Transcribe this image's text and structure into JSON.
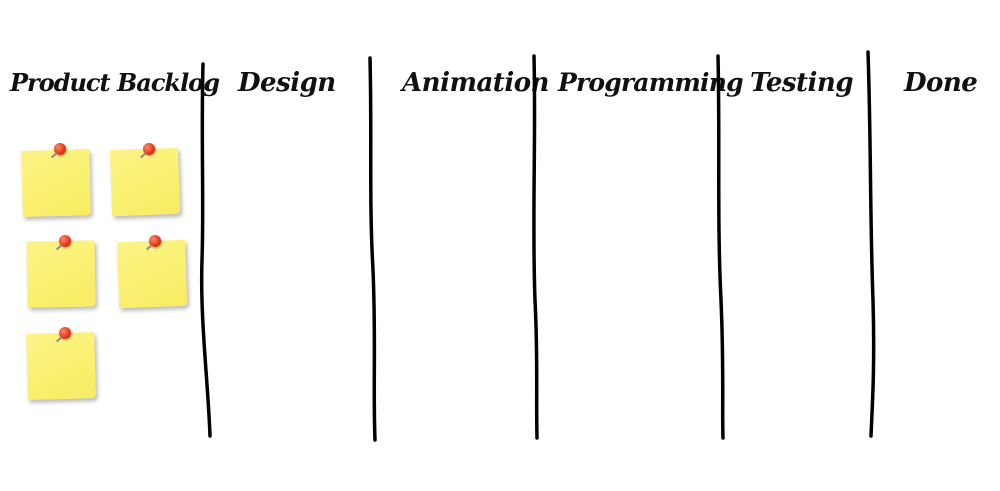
{
  "board": {
    "columns": [
      {
        "id": "backlog",
        "title": "Product Backlog",
        "note_count": 5
      },
      {
        "id": "design",
        "title": "Design",
        "note_count": 0
      },
      {
        "id": "animation",
        "title": "Animation",
        "note_count": 0
      },
      {
        "id": "programming",
        "title": "Programming",
        "note_count": 0
      },
      {
        "id": "testing",
        "title": "Testing",
        "note_count": 0
      },
      {
        "id": "done",
        "title": "Done",
        "note_count": 0
      }
    ],
    "colors": {
      "background": "#ffffff",
      "ink": "#111111",
      "sticky_note": "#fbf172",
      "pin": "#e23b1c"
    },
    "icons": {
      "note": "sticky-note-icon",
      "pin": "push-pin-icon"
    }
  }
}
